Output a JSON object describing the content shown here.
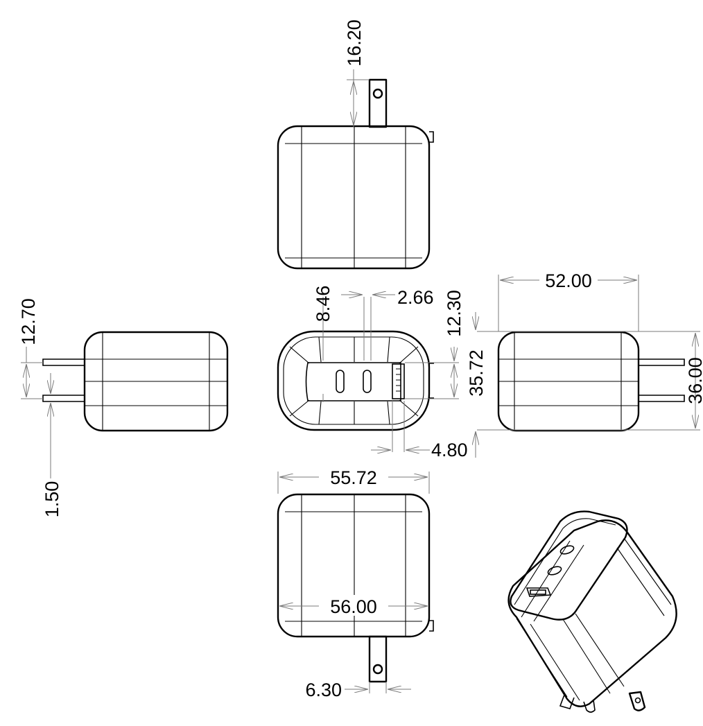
{
  "drawing": {
    "views": [
      "top-view",
      "left-view",
      "front-view",
      "right-view",
      "bottom-view",
      "isometric-view"
    ],
    "dimensions": {
      "prong_length": "16.20",
      "prong_spacing": "12.70",
      "prong_thickness": "1.50",
      "port_pitch_a": "8.46",
      "port_pitch_b": "2.66",
      "usb_offset": "12.30",
      "face_height": "35.72",
      "usb_width": "4.80",
      "side_depth": "52.00",
      "side_height": "36.00",
      "face_width": "55.72",
      "body_width": "56.00",
      "prong_width": "6.30"
    }
  }
}
